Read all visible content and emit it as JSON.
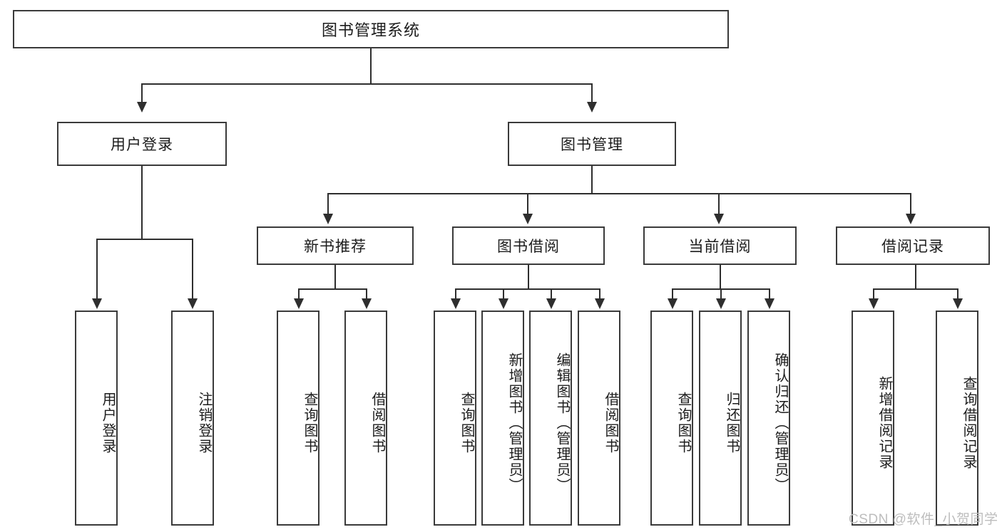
{
  "diagram": {
    "title": "图书管理系统",
    "type": "功能结构图",
    "background_color": "#ffffff",
    "line_color": "#2e2e2e",
    "box_border_color": "#3a3a3a",
    "text_color": "#1c1c1c"
  },
  "root": {
    "label": "图书管理系统"
  },
  "level2": [
    {
      "label": "用户登录"
    },
    {
      "label": "图书管理"
    }
  ],
  "level3": [
    {
      "label": "新书推荐"
    },
    {
      "label": "图书借阅"
    },
    {
      "label": "当前借阅"
    },
    {
      "label": "借阅记录"
    }
  ],
  "leaves": {
    "user_login": [
      {
        "label": "用户登录"
      },
      {
        "label": "注销登录"
      }
    ],
    "new_book_recommend": [
      {
        "label": "查询图书"
      },
      {
        "label": "借阅图书"
      }
    ],
    "book_borrow": [
      {
        "label": "查询图书"
      },
      {
        "label": "新增图书（管理员）"
      },
      {
        "label": "编辑图书（管理员）"
      },
      {
        "label": "借阅图书"
      }
    ],
    "current_borrow": [
      {
        "label": "查询图书"
      },
      {
        "label": "归还图书"
      },
      {
        "label": "确认归还（管理员）"
      }
    ],
    "borrow_record": [
      {
        "label": "新增借阅记录"
      },
      {
        "label": "查询借阅记录"
      }
    ]
  },
  "watermark": {
    "text": "CSDN @软件_小贺同学"
  }
}
